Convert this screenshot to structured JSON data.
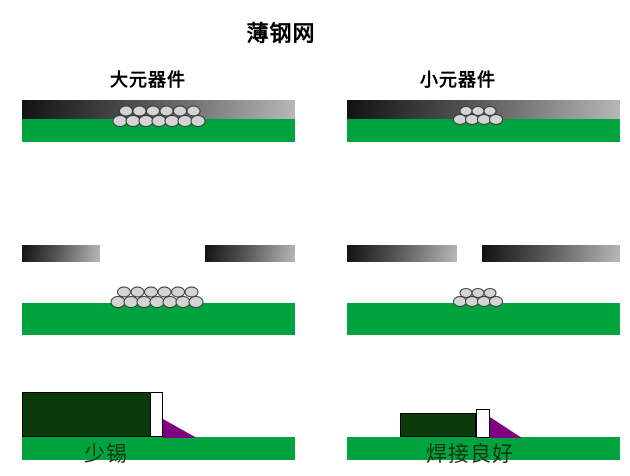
{
  "title": "薄钢网",
  "columns": {
    "left": {
      "header": "大元器件",
      "result_label": "少锡"
    },
    "right": {
      "header": "小元器件",
      "result_label": "焊接良好"
    }
  },
  "colors": {
    "background": "#ffffff",
    "text_color": "#000000",
    "pcb_green": "#00A33D",
    "component_green": "#0A3A0A",
    "fillet_purple": "#800080",
    "stencil_dark": "#111111",
    "stencil_light": "#b8b8b8",
    "paste_fill": "#d4d4d4",
    "paste_stroke": "#3a3a3a",
    "label_color": "#143314"
  }
}
